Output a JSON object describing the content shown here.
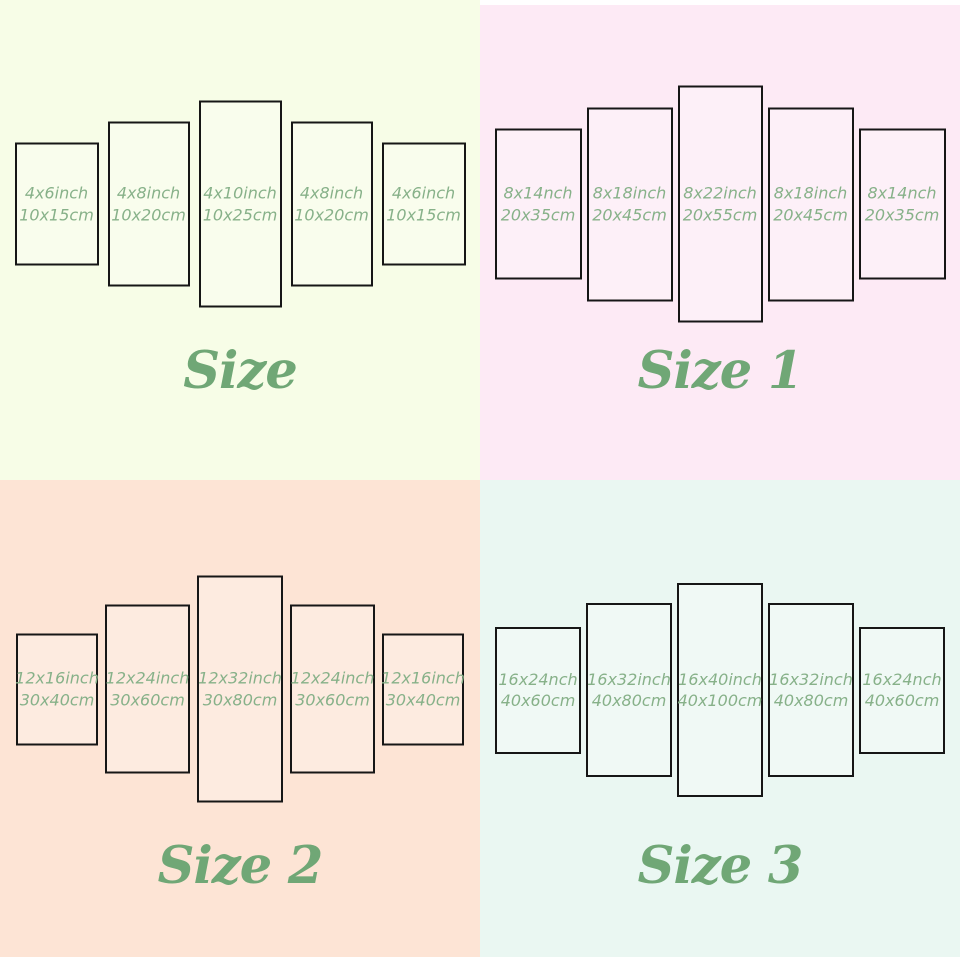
{
  "colors": {
    "label_green": "#87b189",
    "title_green": "#70a776",
    "panel_border": "#161616",
    "strip_white": "#ffffff",
    "q1_bg": "#f7fde7",
    "q2_bg": "#fdeaf5",
    "q3_bg": "#fde4d5",
    "q4_bg": "#eaf7f2"
  },
  "quadrants": [
    {
      "title": "Size",
      "bg": "#f7fde7",
      "panels": [
        {
          "inch": "4x6inch",
          "cm": "10x15cm"
        },
        {
          "inch": "4x8inch",
          "cm": "10x20cm"
        },
        {
          "inch": "4x10inch",
          "cm": "10x25cm"
        },
        {
          "inch": "4x8inch",
          "cm": "10x20cm"
        },
        {
          "inch": "4x6inch",
          "cm": "10x15cm"
        }
      ]
    },
    {
      "title": "Size 1",
      "bg": "#fdeaf5",
      "panels": [
        {
          "inch": "8x14nch",
          "cm": "20x35cm"
        },
        {
          "inch": "8x18inch",
          "cm": "20x45cm"
        },
        {
          "inch": "8x22inch",
          "cm": "20x55cm"
        },
        {
          "inch": "8x18inch",
          "cm": "20x45cm"
        },
        {
          "inch": "8x14nch",
          "cm": "20x35cm"
        }
      ]
    },
    {
      "title": "Size 2",
      "bg": "#fde4d5",
      "panels": [
        {
          "inch": "12x16inch",
          "cm": "30x40cm"
        },
        {
          "inch": "12x24inch",
          "cm": "30x60cm"
        },
        {
          "inch": "12x32inch",
          "cm": "30x80cm"
        },
        {
          "inch": "12x24inch",
          "cm": "30x60cm"
        },
        {
          "inch": "12x16inch",
          "cm": "30x40cm"
        }
      ]
    },
    {
      "title": "Size 3",
      "bg": "#eaf7f2",
      "panels": [
        {
          "inch": "16x24nch",
          "cm": "40x60cm"
        },
        {
          "inch": "16x32inch",
          "cm": "40x80cm"
        },
        {
          "inch": "16x40inch",
          "cm": "40x100cm"
        },
        {
          "inch": "16x32inch",
          "cm": "40x80cm"
        },
        {
          "inch": "16x24nch",
          "cm": "40x60cm"
        }
      ]
    }
  ]
}
